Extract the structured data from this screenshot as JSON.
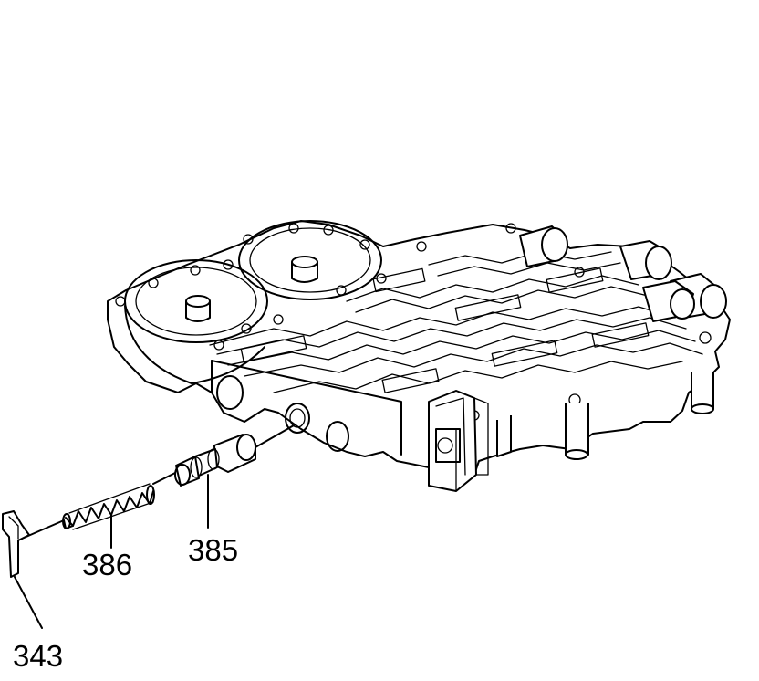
{
  "callouts": {
    "c343": "343",
    "c386": "386",
    "c385": "385"
  },
  "parts": [
    {
      "id": "343",
      "description_icon": "retainer-clip-icon"
    },
    {
      "id": "386",
      "description_icon": "spring-icon"
    },
    {
      "id": "385",
      "description_icon": "valve-icon"
    }
  ],
  "colors": {
    "ink": "#000000",
    "paper": "#ffffff"
  }
}
